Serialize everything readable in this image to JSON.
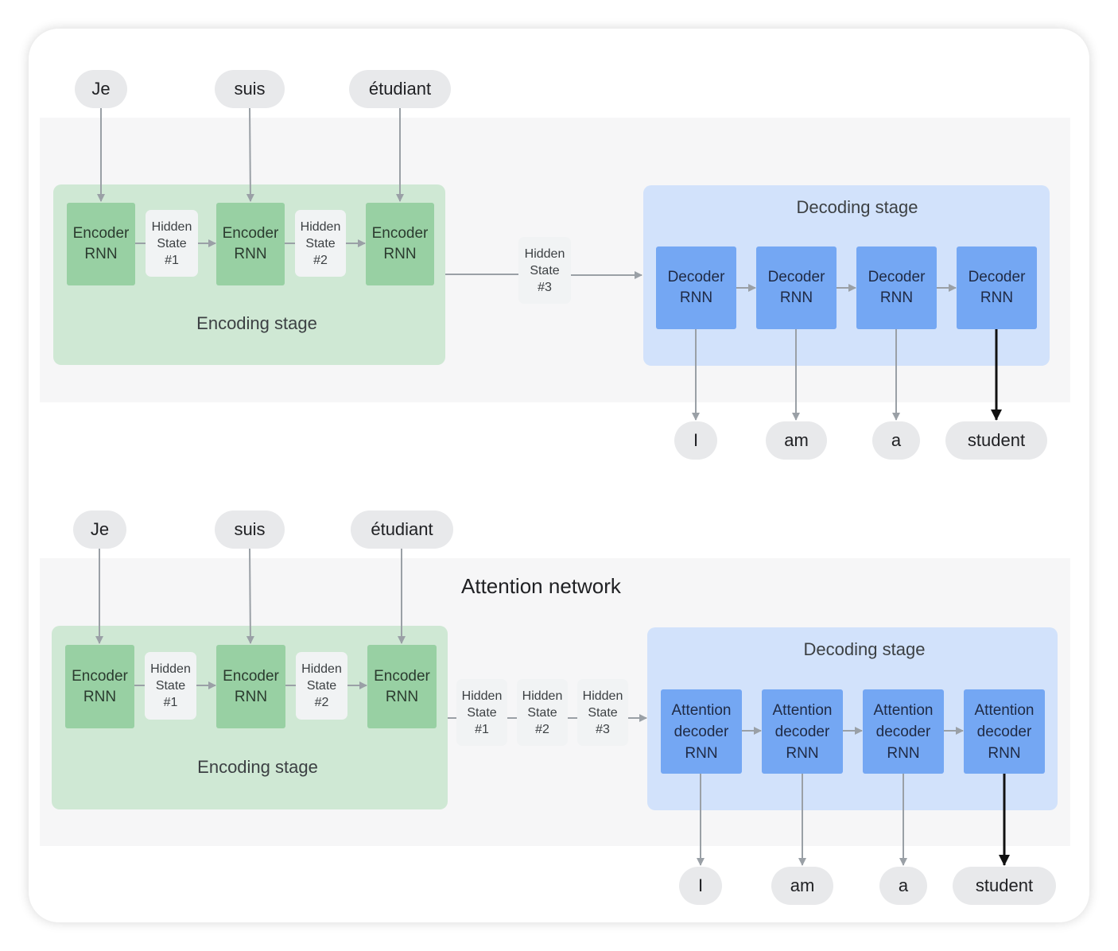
{
  "diagram_top": {
    "inputs": [
      "Je",
      "suis",
      "étudiant"
    ],
    "encoder": {
      "rnn_label": "Encoder\nRNN",
      "hidden_states": [
        "Hidden\nState\n#1",
        "Hidden\nState\n#2"
      ],
      "stage_label": "Encoding stage"
    },
    "context": "Hidden\nState\n#3",
    "decoder": {
      "stage_label": "Decoding stage",
      "rnn_label": "Decoder\nRNN"
    },
    "outputs": [
      "I",
      "am",
      "a",
      "student"
    ]
  },
  "diagram_bottom": {
    "inputs": [
      "Je",
      "suis",
      "étudiant"
    ],
    "network_label": "Attention network",
    "encoder": {
      "rnn_label": "Encoder\nRNN",
      "hidden_states": [
        "Hidden\nState\n#1",
        "Hidden\nState\n#2"
      ],
      "stage_label": "Encoding stage"
    },
    "context_states": [
      "Hidden\nState\n#1",
      "Hidden\nState\n#2",
      "Hidden\nState\n#3"
    ],
    "decoder": {
      "stage_label": "Decoding stage",
      "rnn_label": "Attention\ndecoder\nRNN"
    },
    "outputs": [
      "I",
      "am",
      "a",
      "student"
    ]
  },
  "colors": {
    "encoder_panel": "#cfe8d4",
    "encoder_rnn": "#98d0a3",
    "decoder_panel": "#d2e2fb",
    "decoder_rnn": "#74a7f3",
    "hidden_state": "#f1f3f4",
    "token_pill": "#e8e9eb"
  }
}
